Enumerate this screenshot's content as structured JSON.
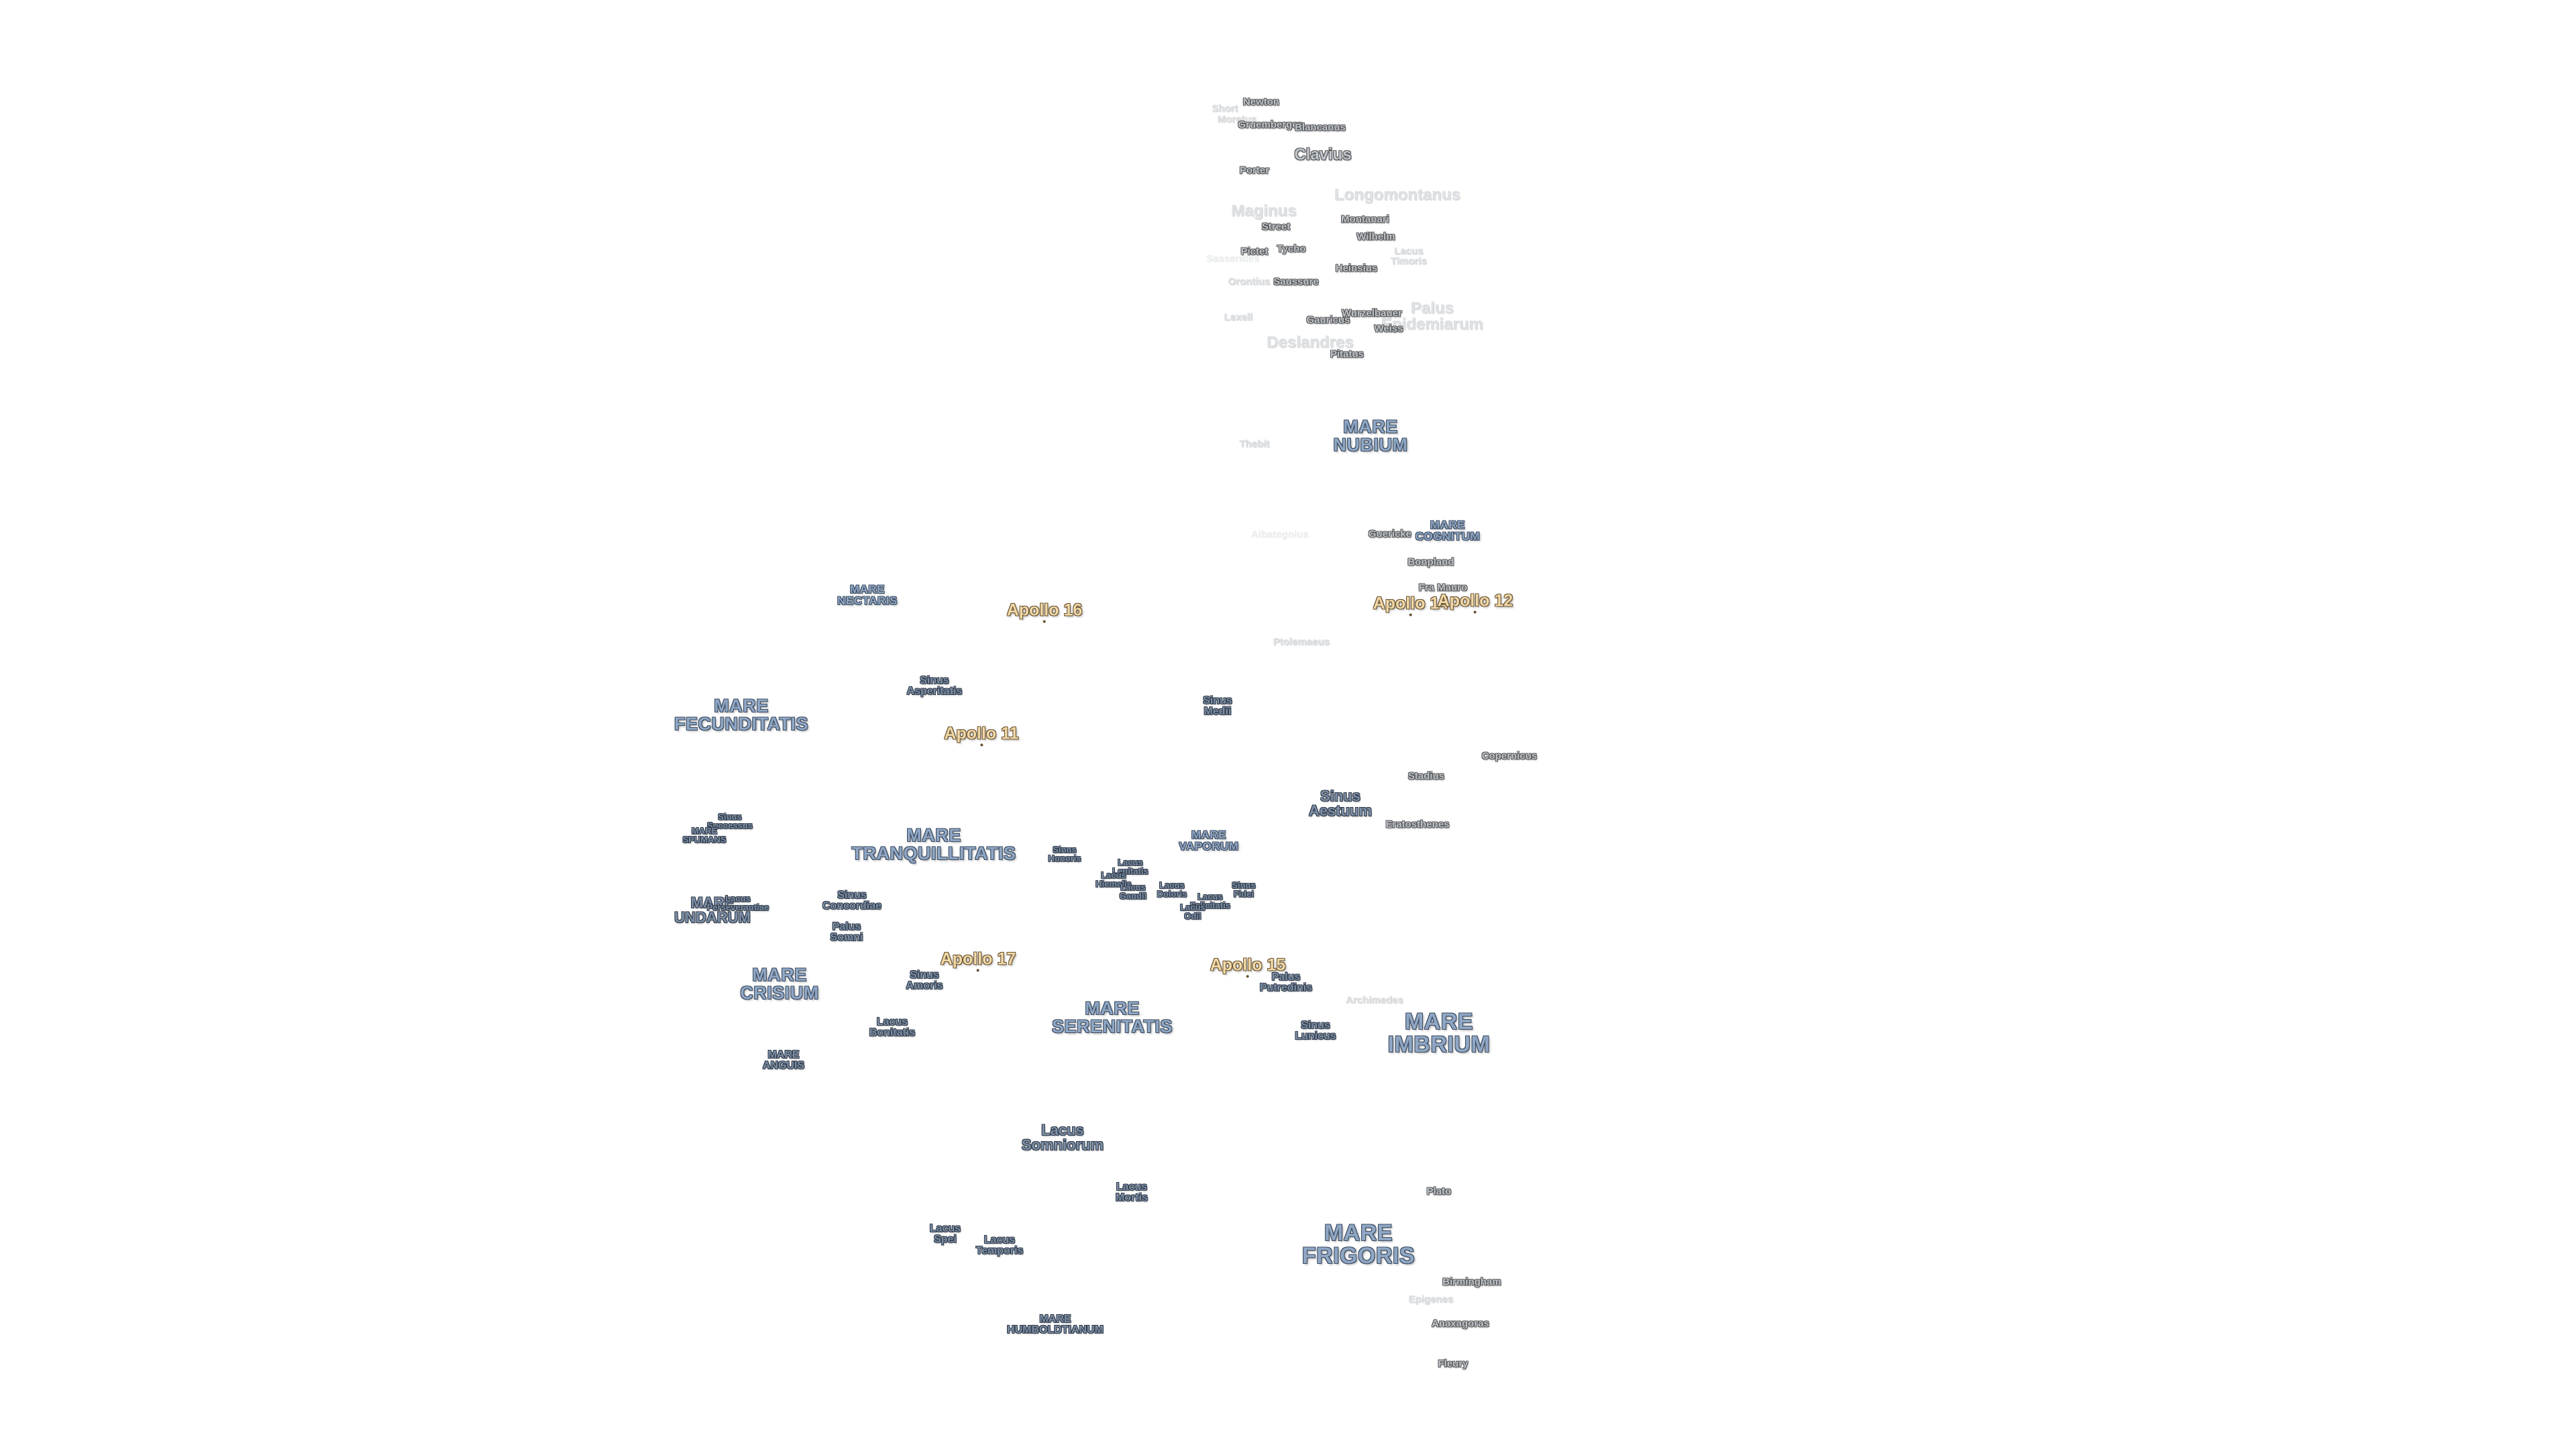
{
  "labels": {
    "newton": "Newton",
    "short": "Short",
    "moretus": "Moretus",
    "gruemberger": "Gruemberger",
    "blancanus": "Blancanus",
    "clavius": "Clavius",
    "porter": "Porter",
    "longomontanus": "Longomontanus",
    "maginus": "Maginus",
    "montanari": "Montanari",
    "street": "Street",
    "wilhelm": "Wilhelm",
    "pictet": "Pictet",
    "tycho": "Tycho",
    "lacus_timoris": [
      "Lacus",
      "Timoris"
    ],
    "sasserides": "Sasserides",
    "heinsius": "Heinsius",
    "orontius": "Orontius",
    "saussure": "Saussure",
    "palus_epidemiarum": [
      "Palus",
      "Epidemiarum"
    ],
    "lexell": "Lexell",
    "wurzelbauer": "Wurzelbauer",
    "gauricus": "Gauricus",
    "weiss": "Weiss",
    "deslandres": "Deslandres",
    "pitatus": "Pitatus",
    "mare_nubium": [
      "MARE",
      "NUBIUM"
    ],
    "thebit": "Thebit",
    "mare_cognitum": [
      "MARE",
      "COGNITUM"
    ],
    "guericke": "Guericke",
    "albategnius": "Albategnius",
    "bonpland": "Bonpland",
    "fra_mauro": "Fra Mauro",
    "apollo_14": "Apollo 14",
    "apollo_12": "Apollo 12",
    "mare_nectaris": [
      "MARE",
      "NECTARIS"
    ],
    "apollo_16": "Apollo 16",
    "ptolemaeus": "Ptolemaeus",
    "sinus_asperitatis": [
      "Sinus",
      "Asperitatis"
    ],
    "mare_fecunditatis": [
      "MARE",
      "FECUNDITATIS"
    ],
    "sinus_medii": [
      "Sinus",
      "Medii"
    ],
    "apollo_11": "Apollo 11",
    "copernicus": "Copernicus",
    "stadius": "Stadius",
    "sinus_aestuum": [
      "Sinus",
      "Aestuum"
    ],
    "eratosthenes": "Eratosthenes",
    "sinus_successus": [
      "Sinus",
      "Successus"
    ],
    "mare_spumans": [
      "MARE",
      "SPUMANS"
    ],
    "mare_tranquillitatis": [
      "MARE",
      "TRANQUILLITATIS"
    ],
    "mare_vaporum": [
      "MARE",
      "VAPORUM"
    ],
    "sinus_honoris": [
      "Sinus",
      "Honoris"
    ],
    "lacus_lenitatis": [
      "Lacus",
      "Lenitatis"
    ],
    "lacus_hiemalis": [
      "Lacus",
      "Hiemalis"
    ],
    "lacus_gaudii": [
      "Lacus",
      "Gaudii"
    ],
    "lacus_doloris": [
      "Lacus",
      "Doloris"
    ],
    "lacus_felicitatis": [
      "Lacus",
      "Felicitatis"
    ],
    "lacus_odii": [
      "Lacus",
      "Odii"
    ],
    "sinus_fidei": [
      "Sinus",
      "Fidei"
    ],
    "mare_undarum": [
      "MARE",
      "UNDARUM"
    ],
    "lacus_perseverantiae": [
      "Lacus",
      "Perseverantiae"
    ],
    "sinus_concordiae": [
      "Sinus",
      "Concordiae"
    ],
    "palus_somni": [
      "Palus",
      "Somni"
    ],
    "apollo_17": "Apollo 17",
    "apollo_15": "Apollo 15",
    "mare_crisium": [
      "MARE",
      "CRISIUM"
    ],
    "sinus_amoris": [
      "Sinus",
      "Amoris"
    ],
    "palus_putredinis": [
      "Palus",
      "Putredinis"
    ],
    "archimedes": "Archimedes",
    "mare_serenitatis": [
      "MARE",
      "SERENITATIS"
    ],
    "mare_imbrium": [
      "MARE",
      "IMBRIUM"
    ],
    "lacus_bonitatis": [
      "Lacus",
      "Bonitatis"
    ],
    "sinus_lunicus": [
      "Sinus",
      "Lunicus"
    ],
    "mare_anguis": [
      "MARE",
      "ANGUIS"
    ],
    "lacus_somniorum": [
      "Lacus",
      "Somniorum"
    ],
    "lacus_mortis": [
      "Lacus",
      "Mortis"
    ],
    "plato": "Plato",
    "lacus_spei": [
      "Lacus",
      "Spei"
    ],
    "lacus_temporis": [
      "Lacus",
      "Temporis"
    ],
    "mare_frigoris": [
      "MARE",
      "FRIGORIS"
    ],
    "birmingham": "Birmingham",
    "epigenes": "Epigenes",
    "anaxagoras": "Anaxagoras",
    "mare_humboldtianum": [
      "MARE",
      "HUMBOLDTIANUM"
    ],
    "fleury": "Fleury"
  }
}
